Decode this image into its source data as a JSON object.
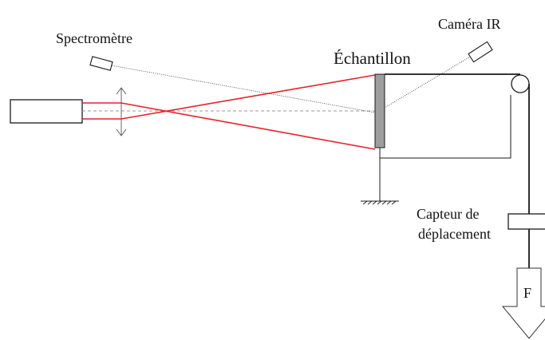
{
  "labels": {
    "spectrometer": "Spectromètre",
    "ir_camera": "Caméra IR",
    "sample": "Échantillon",
    "sensor_line1": "Capteur de",
    "sensor_line2": "déplacement",
    "force": "F"
  },
  "colors": {
    "laser": "#e8212a",
    "outline": "#1a1a1a",
    "sample_fill": "#9e9e9e"
  }
}
